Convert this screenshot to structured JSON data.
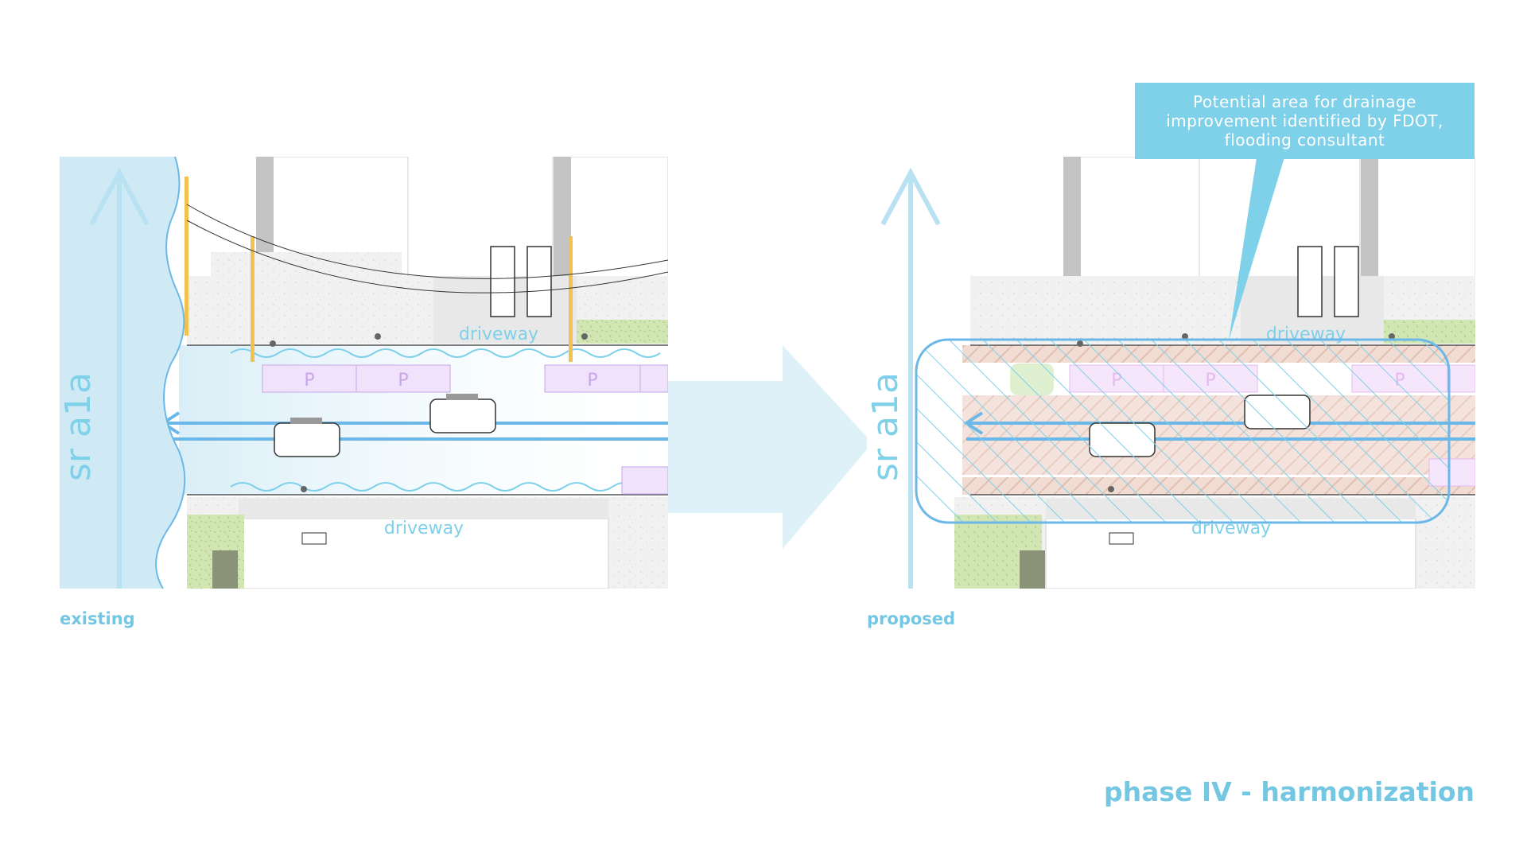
{
  "existing": {
    "caption": "existing",
    "road_label": "sr a1a",
    "driveway_top": "driveway",
    "driveway_bottom": "driveway",
    "parking_label": "P"
  },
  "proposed": {
    "caption": "proposed",
    "road_label": "sr a1a",
    "driveway_top": "driveway",
    "driveway_bottom": "driveway",
    "parking_label": "P"
  },
  "callout": {
    "line1": "Potential area for drainage",
    "line2": "improvement identified by FDOT,",
    "line3": "flooding consultant"
  },
  "title": "phase IV - harmonization",
  "colors": {
    "accent": "#74c7e3",
    "water": "#cfeaf5",
    "parking": "#c9a6e8",
    "pole": "#f2c14e",
    "green": "#cfe3b0"
  }
}
